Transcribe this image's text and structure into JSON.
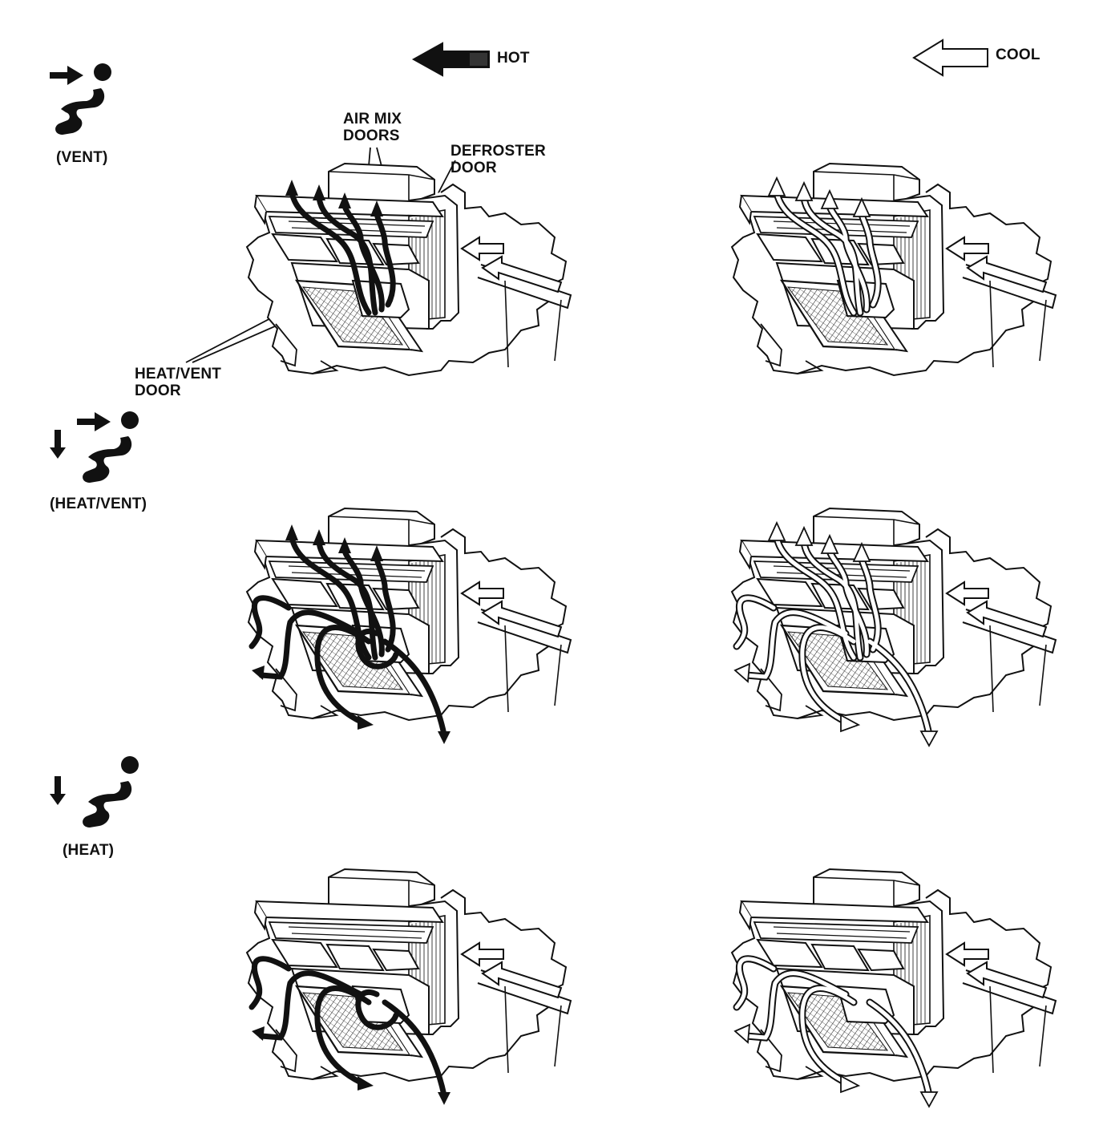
{
  "legend": {
    "hot_label": "HOT",
    "cool_label": "COOL"
  },
  "modes": [
    {
      "label": "(VENT)"
    },
    {
      "label": "(HEAT/VENT)"
    },
    {
      "label": "(HEAT)"
    }
  ],
  "callouts": {
    "air_mix_line1": "AIR MIX",
    "air_mix_line2": "DOORS",
    "defroster_line1": "DEFROSTER",
    "defroster_line2": "DOOR",
    "heat_vent_line1": "HEAT/VENT",
    "heat_vent_line2": "DOOR"
  },
  "colors": {
    "ink": "#111111",
    "paper": "#ffffff",
    "hot_arrow": "#111111",
    "cool_arrow": "#ffffff"
  },
  "icons": {
    "vent": "vent-mode-icon",
    "heat_vent": "heat-vent-mode-icon",
    "heat": "heat-mode-icon"
  }
}
